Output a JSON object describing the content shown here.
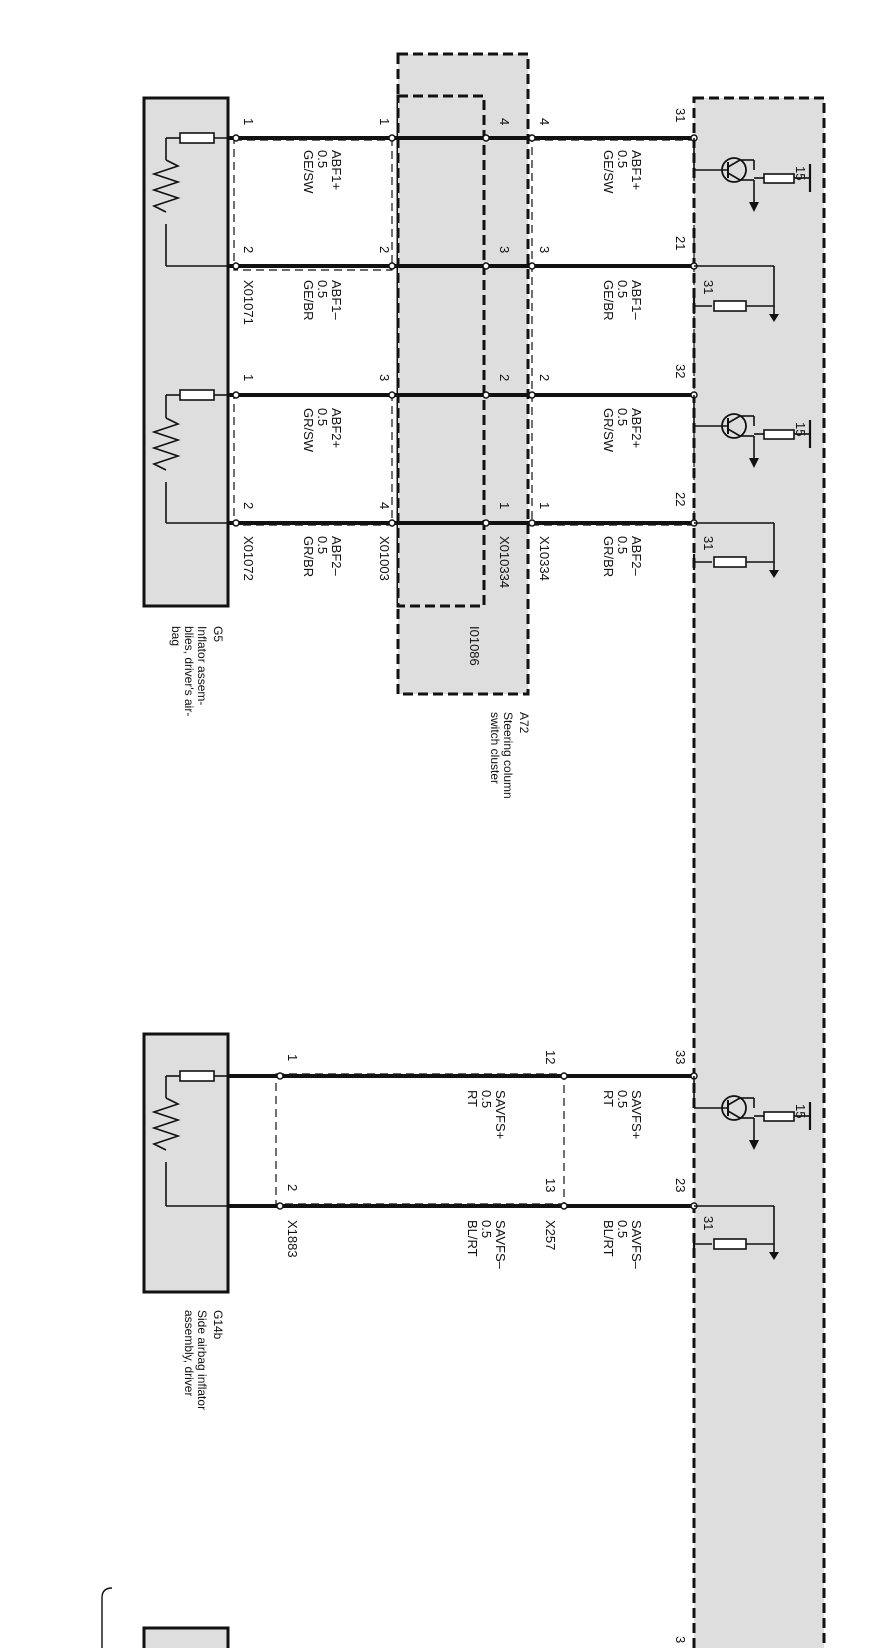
{
  "components": {
    "g5": {
      "id": "G5",
      "name": "Inflator assem-\nblies, driver's air-\nbag"
    },
    "a72": {
      "id": "A72",
      "name": "Steering column\nswitch cluster"
    },
    "g14b": {
      "id": "G14b",
      "name": "Side airbag inflator\nassembly, driver"
    },
    "i01086": {
      "id": "I01086"
    }
  },
  "connectors": {
    "x01071": "X01071",
    "x01072": "X01072",
    "x01003": "X01003",
    "x010334": "X010334",
    "x10334": "X10334",
    "x1883": "X1883",
    "x257": "X257"
  },
  "supply": {
    "terminal15": "15",
    "terminal31": "31"
  },
  "wires": [
    {
      "key": "abf1p",
      "signal": "ABF1+",
      "gauge": "0.5",
      "color": "GE/SW",
      "pins": [
        "1",
        "1",
        "4",
        "4",
        "31"
      ]
    },
    {
      "key": "abf1m",
      "signal": "ABF1–",
      "gauge": "0.5",
      "color": "GE/BR",
      "pins": [
        "2",
        "2",
        "3",
        "3",
        "21"
      ]
    },
    {
      "key": "abf2p",
      "signal": "ABF2+",
      "gauge": "0.5",
      "color": "GR/SW",
      "pins": [
        "1",
        "3",
        "2",
        "2",
        "32"
      ]
    },
    {
      "key": "abf2m",
      "signal": "ABF2–",
      "gauge": "0.5",
      "color": "GR/BR",
      "pins": [
        "2",
        "4",
        "1",
        "1",
        "22"
      ]
    },
    {
      "key": "savfsp",
      "signal": "SAVFS+",
      "gauge": "0.5",
      "color": "RT",
      "pins": [
        "1",
        "12",
        "33"
      ]
    },
    {
      "key": "savfsm",
      "signal": "SAVFS–",
      "gauge": "0.5",
      "color": "BL/RT",
      "pins": [
        "2",
        "13",
        "23"
      ]
    }
  ],
  "partial": {
    "pin": "3"
  }
}
